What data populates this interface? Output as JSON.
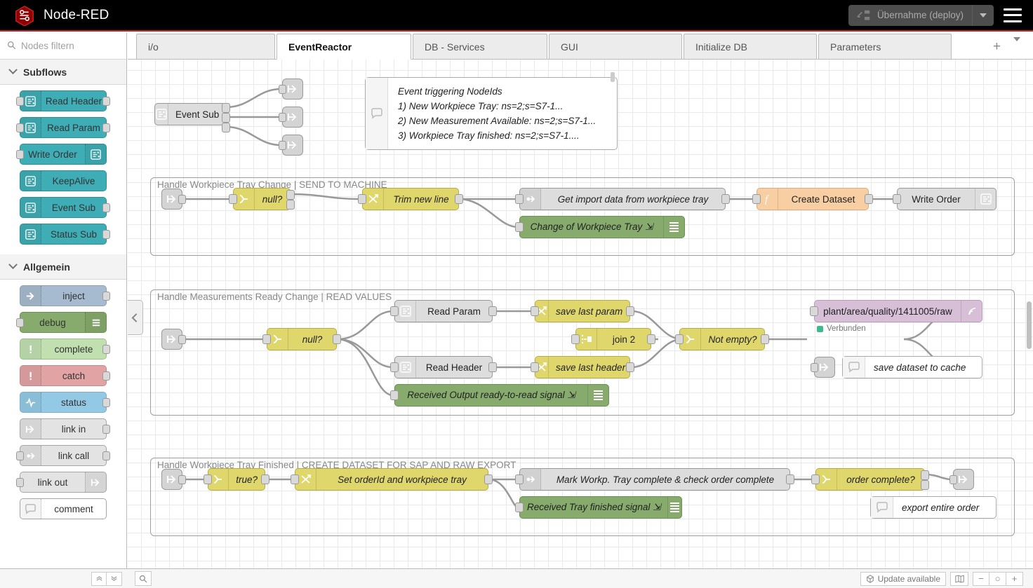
{
  "header": {
    "brand": "Node-RED",
    "deploy_label": "Übernahme (deploy)",
    "logo_icon": "node-red-logo",
    "deploy_icon": "deploy-icon",
    "caret_icon": "chevron-down-icon",
    "menu_icon": "hamburger-menu-icon",
    "accent_color": "#c7232a",
    "bar_color": "#000000"
  },
  "palette": {
    "search_placeholder": "Nodes filtern",
    "search_value": "",
    "search_icon": "search-icon",
    "categories": [
      {
        "name": "Subflows",
        "nodes": [
          {
            "label": "Read Header",
            "color": "teal",
            "icon": "subflow-icon",
            "icon_side": "left",
            "in": true,
            "out": true
          },
          {
            "label": "Read Param",
            "color": "teal",
            "icon": "subflow-icon",
            "icon_side": "left",
            "in": true,
            "out": true
          },
          {
            "label": "Write Order",
            "color": "teal",
            "icon": "subflow-icon",
            "icon_side": "right",
            "in": true,
            "out": false
          },
          {
            "label": "KeepAlive",
            "color": "teal",
            "icon": "subflow-icon",
            "icon_side": "left",
            "in": false,
            "out": false
          },
          {
            "label": "Event Sub",
            "color": "teal",
            "icon": "subflow-icon",
            "icon_side": "left",
            "in": false,
            "out": true
          },
          {
            "label": "Status Sub",
            "color": "teal",
            "icon": "subflow-icon",
            "icon_side": "left",
            "in": false,
            "out": true
          }
        ]
      },
      {
        "name": "Allgemein",
        "nodes": [
          {
            "label": "inject",
            "color": "blue",
            "icon": "arrow-right-icon",
            "icon_side": "left",
            "in": false,
            "out": true
          },
          {
            "label": "debug",
            "color": "green",
            "icon": "debug-bars-icon",
            "icon_side": "right",
            "in": true,
            "out": false
          },
          {
            "label": "complete",
            "color": "lgreen",
            "icon": "exclamation-icon",
            "icon_side": "left",
            "in": false,
            "out": true
          },
          {
            "label": "catch",
            "color": "red",
            "icon": "exclamation-icon",
            "icon_side": "left",
            "in": false,
            "out": true
          },
          {
            "label": "status",
            "color": "cyan",
            "icon": "pulse-icon",
            "icon_side": "left",
            "in": false,
            "out": true
          },
          {
            "label": "link in",
            "color": "grey",
            "icon": "link-icon",
            "icon_side": "left",
            "in": false,
            "out": true
          },
          {
            "label": "link call",
            "color": "grey",
            "icon": "link-call-icon",
            "icon_side": "left",
            "in": true,
            "out": true
          },
          {
            "label": "link out",
            "color": "grey",
            "icon": "link-icon",
            "icon_side": "right",
            "in": true,
            "out": false
          },
          {
            "label": "comment",
            "color": "white",
            "icon": "comment-icon",
            "icon_side": "left",
            "in": false,
            "out": false
          }
        ]
      }
    ]
  },
  "tabs": {
    "items": [
      {
        "label": "i/o",
        "active": false
      },
      {
        "label": "EventReactor",
        "active": true
      },
      {
        "label": "DB - Services",
        "active": false
      },
      {
        "label": "GUI",
        "active": false
      },
      {
        "label": "Initialize DB",
        "active": false
      },
      {
        "label": "Parameters",
        "active": false
      }
    ],
    "add_label": "+",
    "add_icon": "plus-icon",
    "more_icon": "chevron-down-icon"
  },
  "canvas": {
    "collapse_icon": "chevron-left-icon",
    "event_sub_node": {
      "label": "Event Sub",
      "icon": "subflow-icon",
      "color": "#3fadb5"
    },
    "link_out_nodes": [
      {
        "icon": "link-out-icon"
      },
      {
        "icon": "link-out-icon"
      },
      {
        "icon": "link-out-icon"
      }
    ],
    "comment": {
      "icon": "comment-icon",
      "lines": [
        "Event triggering NodeIds",
        "1) New Workpiece Tray: ns=2;s=S7-1...",
        "2) New Measurement Available: ns=2;s=S7-1...",
        "3) Workpiece Tray finished: ns=2;s=S7-1...."
      ]
    },
    "groups": [
      {
        "title": "Handle Workpiece Tray Change | SEND TO MACHINE",
        "nodes": [
          {
            "label": "",
            "type": "link-in",
            "icon": "link-in-icon"
          },
          {
            "label": "null?",
            "type": "switch",
            "icon": "switch-icon",
            "color": "yellow"
          },
          {
            "label": "Trim new line",
            "type": "change",
            "icon": "change-icon",
            "color": "yellow"
          },
          {
            "label": "Get import data from workpiece tray",
            "type": "link-call",
            "icon": "link-call-icon",
            "color": "grey"
          },
          {
            "label": "Create Dataset",
            "type": "function",
            "icon": "function-icon",
            "color": "orange"
          },
          {
            "label": "Write Order",
            "type": "subflow",
            "icon": "subflow-icon",
            "color": "teal"
          },
          {
            "label": "Change of Workpiece Tray ⇲",
            "type": "debug",
            "icon": "debug-bars-icon",
            "color": "green"
          }
        ]
      },
      {
        "title": "Handle Measurements Ready Change | READ VALUES",
        "nodes": [
          {
            "label": "",
            "type": "link-in",
            "icon": "link-in-icon"
          },
          {
            "label": "null?",
            "type": "switch",
            "icon": "switch-icon",
            "color": "yellow"
          },
          {
            "label": "Read Param",
            "type": "subflow",
            "icon": "subflow-icon",
            "color": "teal"
          },
          {
            "label": "Read Header",
            "type": "subflow",
            "icon": "subflow-icon",
            "color": "teal"
          },
          {
            "label": "save last param",
            "type": "change",
            "icon": "change-icon",
            "color": "yellow"
          },
          {
            "label": "save last header",
            "type": "change",
            "icon": "change-icon",
            "color": "yellow"
          },
          {
            "label": "join 2",
            "type": "join",
            "icon": "join-icon",
            "color": "yellow"
          },
          {
            "label": "Not empty?",
            "type": "switch",
            "icon": "switch-icon",
            "color": "yellow"
          },
          {
            "label": "plant/area/quality/1411005/raw",
            "type": "mqtt-out",
            "icon": "mqtt-icon",
            "color": "purple"
          },
          {
            "label": "Received Output ready-to-read signal ⇲",
            "type": "debug",
            "icon": "debug-bars-icon",
            "color": "green"
          },
          {
            "label": "save dataset to cache",
            "type": "comment",
            "icon": "comment-icon",
            "color": "white"
          }
        ],
        "status": {
          "text": "Verbunden",
          "color": "#3dbb8a"
        }
      },
      {
        "title": "Handle Workpiece Tray Finished | CREATE DATASET FOR SAP AND RAW EXPORT",
        "nodes": [
          {
            "label": "",
            "type": "link-in",
            "icon": "link-in-icon"
          },
          {
            "label": "true?",
            "type": "switch",
            "icon": "switch-icon",
            "color": "yellow"
          },
          {
            "label": "Set orderId and workpiece tray",
            "type": "change",
            "icon": "change-icon",
            "color": "yellow"
          },
          {
            "label": "Mark Workp. Tray complete & check order complete",
            "type": "link-call",
            "icon": "link-call-icon",
            "color": "grey"
          },
          {
            "label": "order complete?",
            "type": "switch",
            "icon": "switch-icon",
            "color": "yellow"
          },
          {
            "label": "",
            "type": "link-out",
            "icon": "link-out-icon"
          },
          {
            "label": "Received Tray finished signal ⇲",
            "type": "debug",
            "icon": "debug-bars-icon",
            "color": "green"
          },
          {
            "label": "export entire order",
            "type": "comment",
            "icon": "comment-icon",
            "color": "white"
          }
        ]
      }
    ]
  },
  "footer": {
    "collapse_up_icon": "chevrons-up-icon",
    "collapse_down_icon": "chevrons-down-icon",
    "search_icon": "search-icon",
    "update_label": "Update available",
    "update_icon": "cube-icon",
    "navigator_icon": "map-icon",
    "zoom_out_label": "−",
    "zoom_reset_label": "○",
    "zoom_in_label": "+"
  }
}
